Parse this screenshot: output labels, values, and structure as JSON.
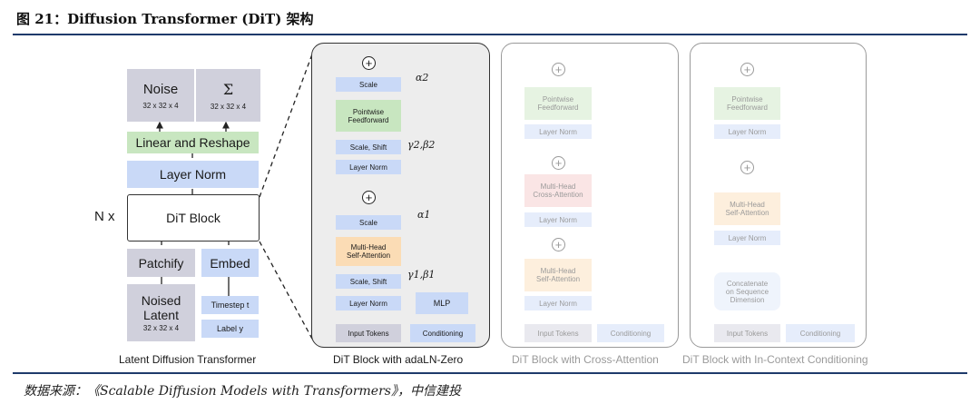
{
  "figure_title": "图 21：Diffusion Transformer (DiT) 架构",
  "source": "数据来源：《Scalable Diffusion Models with Transformers》，中信建投",
  "latent": {
    "caption": "Latent Diffusion Transformer",
    "noise": "Noise",
    "noise_dim": "32 x 32 x 4",
    "sigma": "Σ",
    "sigma_dim": "32 x 32 x 4",
    "linear_reshape": "Linear and Reshape",
    "layer_norm": "Layer Norm",
    "nx": "N x",
    "dit_block": "DiT Block",
    "patchify": "Patchify",
    "embed": "Embed",
    "noised_latent_1": "Noised",
    "noised_latent_2": "Latent",
    "noised_dim": "32 x 32 x 4",
    "timestep": "Timestep t",
    "label": "Label y"
  },
  "adaln": {
    "caption": "DiT Block with adaLN-Zero",
    "scale_top": "Scale",
    "pointwise_1": "Pointwise",
    "pointwise_2": "Feedforward",
    "scale_shift_top": "Scale, Shift",
    "layer_norm_top": "Layer Norm",
    "scale_bot": "Scale",
    "mha_1": "Multi-Head",
    "mha_2": "Self-Attention",
    "scale_shift_bot": "Scale, Shift",
    "layer_norm_bot": "Layer Norm",
    "mlp": "MLP",
    "input_tokens": "Input Tokens",
    "conditioning": "Conditioning",
    "alpha2": "α2",
    "gb2": "γ2,β2",
    "alpha1": "α1",
    "gb1": "γ1,β1"
  },
  "cross": {
    "caption": "DiT Block with Cross-Attention",
    "pointwise_1": "Pointwise",
    "pointwise_2": "Feedforward",
    "layer_norm_1": "Layer Norm",
    "cross_1": "Multi-Head",
    "cross_2": "Cross-Attention",
    "layer_norm_2": "Layer Norm",
    "self_1": "Multi-Head",
    "self_2": "Self-Attention",
    "layer_norm_3": "Layer Norm",
    "input_tokens": "Input Tokens",
    "conditioning": "Conditioning"
  },
  "incontext": {
    "caption": "DiT Block with In-Context Conditioning",
    "pointwise_1": "Pointwise",
    "pointwise_2": "Feedforward",
    "layer_norm_1": "Layer Norm",
    "self_1": "Multi-Head",
    "self_2": "Self-Attention",
    "layer_norm_2": "Layer Norm",
    "concat_1": "Concatenate",
    "concat_2": "on Sequence",
    "concat_3": "Dimension",
    "input_tokens": "Input Tokens",
    "conditioning": "Conditioning"
  },
  "colors": {
    "rule": "#1f3a6b",
    "gray": "#d0d0dc",
    "blue": "#c9d9f7",
    "green": "#c8e6c0",
    "orange": "#fbdcb5",
    "pink": "#f6c7c7"
  }
}
